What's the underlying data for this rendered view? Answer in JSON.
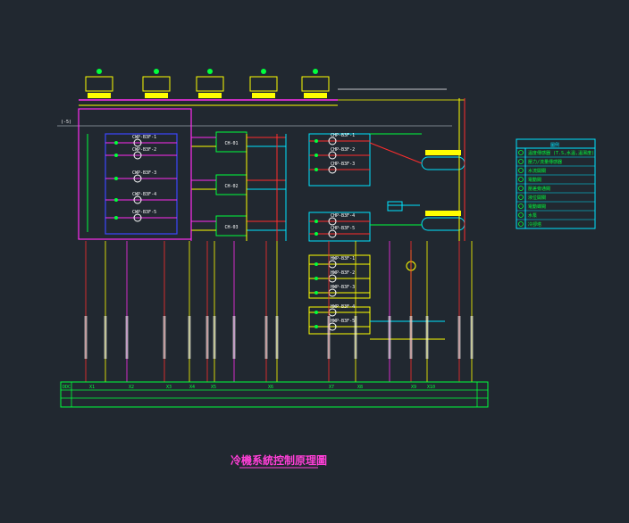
{
  "drawing": {
    "title": "冷機系統控制原理圖",
    "grid_ref": "(-5)",
    "colors": {
      "background": "#212830",
      "red": "#ff2d2d",
      "yellow": "#ffff00",
      "green": "#00ff3c",
      "cyan": "#00e5ff",
      "magenta": "#ff2df0",
      "blue": "#3c46ff",
      "white": "#ffffff",
      "grey": "#9aa3ad"
    }
  },
  "chillers": [
    "CH-01",
    "CH-02",
    "CH-03"
  ],
  "condenser_pumps": [
    "CWP-B3F-1",
    "CWP-B3F-2",
    "CWP-B3F-3",
    "CWP-B3F-4",
    "CWP-B3F-5"
  ],
  "chilled_water_pumps": [
    "CHP-B3F-1",
    "CHP-B3F-2",
    "CHP-B3F-3",
    "CHP-B3F-4",
    "CHP-B3F-5"
  ],
  "hot_water_pumps": [
    "HWP-B3F-1",
    "HWP-B3F-2",
    "HWP-B3F-3",
    "HWP-B3F-4",
    "HWP-B3F-5"
  ],
  "legend": {
    "title": "圖例",
    "items": [
      "溫度傳感器 (T.S,水溫,溫濕度)",
      "壓力/流量傳感器",
      "水流開關",
      "電動閥",
      "壓差旁通閥",
      "液位開關",
      "電動蝶閥",
      "水泵",
      "冷卻塔"
    ]
  },
  "bus_labels": [
    "DDC",
    "X1",
    "X2",
    "X3",
    "X4",
    "X5",
    "X6",
    "X7",
    "X8",
    "X9",
    "X10"
  ]
}
